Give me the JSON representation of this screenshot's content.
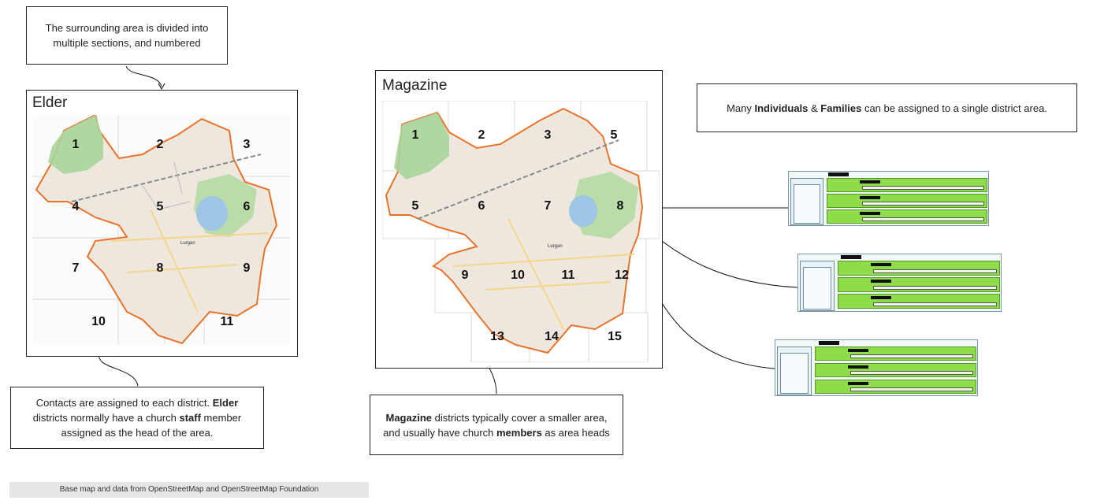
{
  "callouts": {
    "sections": "The surrounding area is divided into multiple sections, and numbered",
    "many_pre": "Many ",
    "many_b1": "Individuals",
    "many_mid": " & ",
    "many_b2": "Families",
    "many_post": " can be assigned to a single district area.",
    "elder_pre": "Contacts are assigned to each district. ",
    "elder_b1": "Elder",
    "elder_mid": " districts normally have a church ",
    "elder_b2": "staff",
    "elder_post": " member assigned as the head of the area.",
    "mag_b1": "Magazine",
    "mag_mid": " districts typically cover a smaller area, and usually have church ",
    "mag_b2": "members",
    "mag_post": " as area heads"
  },
  "elder": {
    "title": "Elder",
    "district_numbers": [
      "1",
      "2",
      "3",
      "4",
      "5",
      "6",
      "7",
      "8",
      "9",
      "10",
      "11"
    ],
    "map_label": "Lurgan"
  },
  "magazine": {
    "title": "Magazine",
    "district_numbers": [
      "1",
      "2",
      "3",
      "5",
      "5",
      "6",
      "7",
      "8",
      "9",
      "10",
      "11",
      "12",
      "13",
      "14",
      "15"
    ],
    "map_label": "Lurgan"
  },
  "footer": "Base map and data from OpenStreetMap and OpenStreetMap Foundation",
  "colors": {
    "boundary": "#e8742c",
    "park": "#a9d49a",
    "card_row": "#8fdc4a",
    "card_border": "#7a9aa8"
  }
}
